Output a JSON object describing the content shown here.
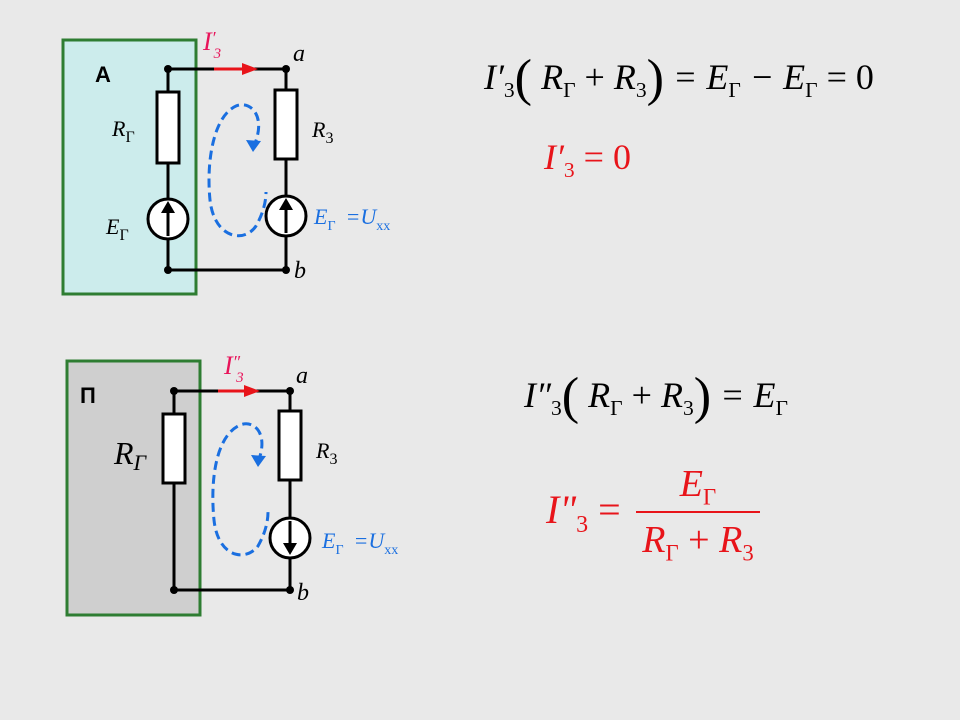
{
  "circuit_top": {
    "box_label": "А",
    "node_a": "a",
    "node_b": "b",
    "current_label": {
      "main": "I",
      "prime": "′",
      "sub": "3"
    },
    "resistor_left": {
      "main": "R",
      "sub": "Г"
    },
    "resistor_right": {
      "main": "R",
      "sub": "3"
    },
    "source_left": {
      "main": "E",
      "sub": "Г"
    },
    "source_right": {
      "main": "E",
      "sub": "Г",
      "eq": "=U",
      "eq_sub": "xx"
    },
    "colors": {
      "box_fill": "#ccecec",
      "box_border": "#2e7d32"
    }
  },
  "circuit_bottom": {
    "box_label": "П",
    "node_a": "a",
    "node_b": "b",
    "current_label": {
      "main": "I",
      "prime": "″",
      "sub": "3"
    },
    "resistor_left": {
      "main": "R",
      "sub": "Г"
    },
    "resistor_right": {
      "main": "R",
      "sub": "3"
    },
    "source_right": {
      "main": "E",
      "sub": "Г",
      "eq": "=U",
      "eq_sub": "xx"
    },
    "colors": {
      "box_fill": "#cfcfcf",
      "box_border": "#2e7d32"
    }
  },
  "equations": {
    "eq1": {
      "lhs": "I′",
      "lhs_sub": "3",
      "r1": "R",
      "r1_sub": "Г",
      "plus": "+",
      "r2": "R",
      "r2_sub": "3",
      "rhs": "= E",
      "rhs_sub": "Г",
      "minus": "− E",
      "minus_sub": "Г",
      "tail": "= 0"
    },
    "eq2": {
      "lhs": "I′",
      "lhs_sub": "3",
      "rhs": "= 0"
    },
    "eq3": {
      "lhs": "I″",
      "lhs_sub": "3",
      "r1": "R",
      "r1_sub": "Г",
      "plus": "+",
      "r2": "R",
      "r2_sub": "3",
      "rhs": "= E",
      "rhs_sub": "Г"
    },
    "eq4": {
      "lhs": "I\"",
      "lhs_sub": "3",
      "eq": "=",
      "num": "E",
      "num_sub": "Г",
      "den1": "R",
      "den1_sub": "Г",
      "den_plus": "+",
      "den2": "R",
      "den2_sub": "3"
    }
  },
  "colors": {
    "wire": "#000000",
    "current_label": "#e8145a",
    "current_arrow": "#e8141a",
    "loop": "#1a6fe0",
    "source_label": "#1a6fe0",
    "result": "#e8141a"
  },
  "icons": {
    "current_arrow": "right-arrow-icon",
    "source_up": "source-up-arrow-icon",
    "source_down": "source-down-arrow-icon",
    "loop": "dashed-loop-arrow-icon"
  }
}
